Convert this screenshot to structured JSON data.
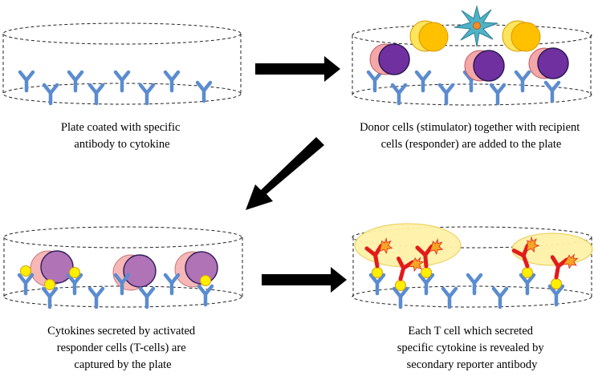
{
  "panels": [
    {
      "id": "p1",
      "caption_lines": [
        "Plate coated with specific",
        "antibody to cytokine"
      ]
    },
    {
      "id": "p2",
      "caption_lines": [
        "Donor cells (stimulator) together with recipient",
        "cells (responder) are added to the plate"
      ]
    },
    {
      "id": "p3",
      "caption_lines": [
        "Cytokines secreted by activated",
        "responder cells (T-cells) are",
        "captured by the plate"
      ]
    },
    {
      "id": "p4",
      "caption_lines": [
        "Each T cell which secreted",
        "specific cytokine is revealed by",
        "secondary reporter antibody"
      ]
    }
  ],
  "colors": {
    "antibody": "#5b8ccf",
    "plate_outline": "#222222",
    "donor_cell_fill": "#ffc000",
    "donor_cell_light": "#ffe45c",
    "responder_nucleus": "#7030a0",
    "responder_cell": "#f4a7a9",
    "activated_nucleus": "#b073b6",
    "cytokine": "#ffee00",
    "reporter_antibody": "#e21b1b",
    "reporter_tip": "#f5a623",
    "glow": "#fff2a8",
    "dendritic_cell": "#4fb3c8",
    "arrow": "#000000"
  },
  "icons": [
    "capture-antibody-icon",
    "donor-cell-icon",
    "responder-cell-icon",
    "dendritic-cell-icon",
    "cytokine-icon",
    "reporter-antibody-icon",
    "arrow-right-icon",
    "arrow-down-left-icon"
  ]
}
